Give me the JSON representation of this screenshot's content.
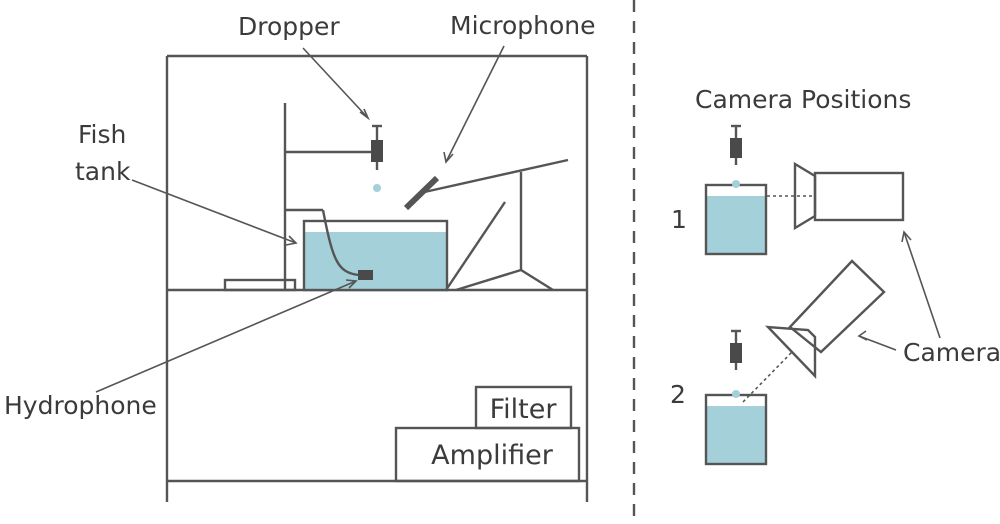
{
  "labels": {
    "dropper": "Dropper",
    "microphone": "Microphone",
    "fish_tank_line1": "Fish",
    "fish_tank_line2": "tank",
    "hydrophone": "Hydrophone",
    "filter": "Filter",
    "amplifier": "Amplifier",
    "camera_positions": "Camera Positions",
    "position_1": "1",
    "position_2": "2",
    "camera": "Camera"
  },
  "colors": {
    "water": "#a4d1d9",
    "line": "#555555",
    "text": "#3b3b3b"
  }
}
